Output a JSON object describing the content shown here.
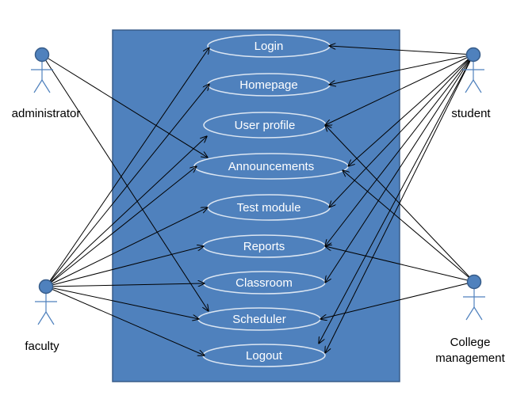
{
  "colors": {
    "system_fill": "#4f81bd",
    "system_stroke": "#385d8a",
    "usecase_stroke": "#dce6f2",
    "actor_fill": "#4f81bd",
    "actor_stroke": "#385d8a",
    "stick_stroke": "#4f81bd",
    "connector": "#000000",
    "label_text": "#ffffff",
    "actor_text": "#000000"
  },
  "use_cases": [
    {
      "id": "login",
      "label": "Login"
    },
    {
      "id": "homepage",
      "label": "Homepage"
    },
    {
      "id": "user_profile",
      "label": "User profile"
    },
    {
      "id": "announcements",
      "label": "Announcements"
    },
    {
      "id": "test_module",
      "label": "Test module"
    },
    {
      "id": "reports",
      "label": "Reports"
    },
    {
      "id": "classroom",
      "label": "Classroom"
    },
    {
      "id": "scheduler",
      "label": "Scheduler"
    },
    {
      "id": "logout",
      "label": "Logout"
    }
  ],
  "actors": [
    {
      "id": "administrator",
      "label_lines": [
        "administrator"
      ],
      "icon": "stick-figure-icon"
    },
    {
      "id": "faculty",
      "label_lines": [
        "faculty"
      ],
      "icon": "stick-figure-icon"
    },
    {
      "id": "student",
      "label_lines": [
        "student"
      ],
      "icon": "stick-figure-icon"
    },
    {
      "id": "college_management",
      "label_lines": [
        "College",
        "management"
      ],
      "icon": "stick-figure-icon"
    }
  ],
  "associations": [
    {
      "actor": "administrator",
      "use_case": "announcements"
    },
    {
      "actor": "administrator",
      "use_case": "scheduler"
    },
    {
      "actor": "faculty",
      "use_case": "login"
    },
    {
      "actor": "faculty",
      "use_case": "homepage"
    },
    {
      "actor": "faculty",
      "use_case": "user_profile"
    },
    {
      "actor": "faculty",
      "use_case": "announcements"
    },
    {
      "actor": "faculty",
      "use_case": "test_module"
    },
    {
      "actor": "faculty",
      "use_case": "reports"
    },
    {
      "actor": "faculty",
      "use_case": "classroom"
    },
    {
      "actor": "faculty",
      "use_case": "scheduler"
    },
    {
      "actor": "faculty",
      "use_case": "logout"
    },
    {
      "actor": "student",
      "use_case": "login"
    },
    {
      "actor": "student",
      "use_case": "homepage"
    },
    {
      "actor": "student",
      "use_case": "user_profile"
    },
    {
      "actor": "student",
      "use_case": "announcements"
    },
    {
      "actor": "student",
      "use_case": "test_module"
    },
    {
      "actor": "student",
      "use_case": "reports"
    },
    {
      "actor": "student",
      "use_case": "classroom"
    },
    {
      "actor": "student",
      "use_case": "scheduler"
    },
    {
      "actor": "student",
      "use_case": "logout"
    },
    {
      "actor": "college_management",
      "use_case": "user_profile"
    },
    {
      "actor": "college_management",
      "use_case": "announcements"
    },
    {
      "actor": "college_management",
      "use_case": "reports"
    },
    {
      "actor": "college_management",
      "use_case": "scheduler"
    }
  ]
}
